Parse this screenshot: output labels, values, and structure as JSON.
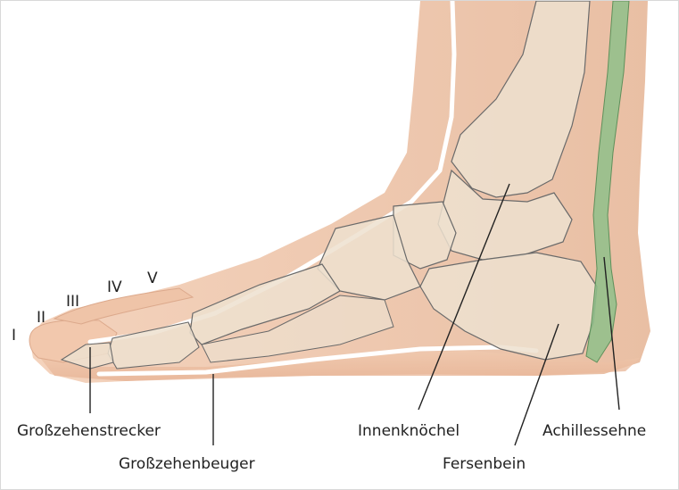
{
  "colors": {
    "skin": "#f2cdb3",
    "skin_shadow": "#e6b496",
    "bone": "#ede0cf",
    "bone_outline": "#6a6a6a",
    "tendon_white": "#ffffff",
    "achilles": "#8fbf8a",
    "leader_line": "#222222",
    "text": "#222222"
  },
  "toe_labels": [
    "I",
    "II",
    "III",
    "IV",
    "V"
  ],
  "labels": {
    "grosszehenstrecker": "Großzehenstrecker",
    "grosszehenbeuger": "Großzehenbeuger",
    "innenknoechel": "Innenknöchel",
    "fersenbein": "Fersenbein",
    "achillessehne": "Achillessehne"
  }
}
